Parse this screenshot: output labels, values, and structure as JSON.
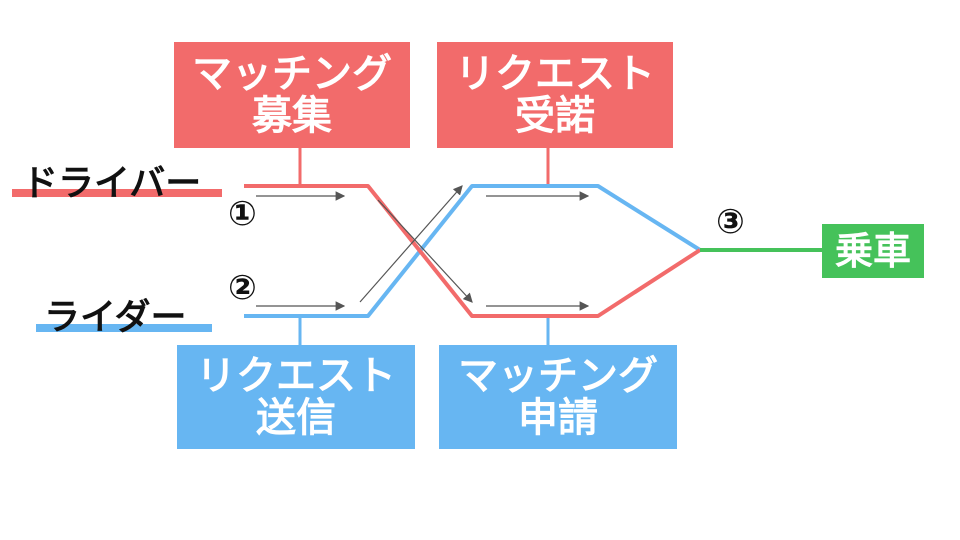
{
  "boxes": {
    "driver_recruit": [
      "マッチング",
      "募集"
    ],
    "driver_accept": [
      "リクエスト",
      "受諾"
    ],
    "rider_send": [
      "リクエスト",
      "送信"
    ],
    "rider_apply": [
      "マッチング",
      "申請"
    ],
    "ride": "乗車"
  },
  "roles": {
    "driver": "ドライバー",
    "rider": "ライダー"
  },
  "steps": [
    "①",
    "②",
    "③"
  ],
  "colors": {
    "driver": "#f26b6b",
    "rider": "#67b6f2",
    "ride": "#45c25a",
    "arrow": "#555555"
  }
}
